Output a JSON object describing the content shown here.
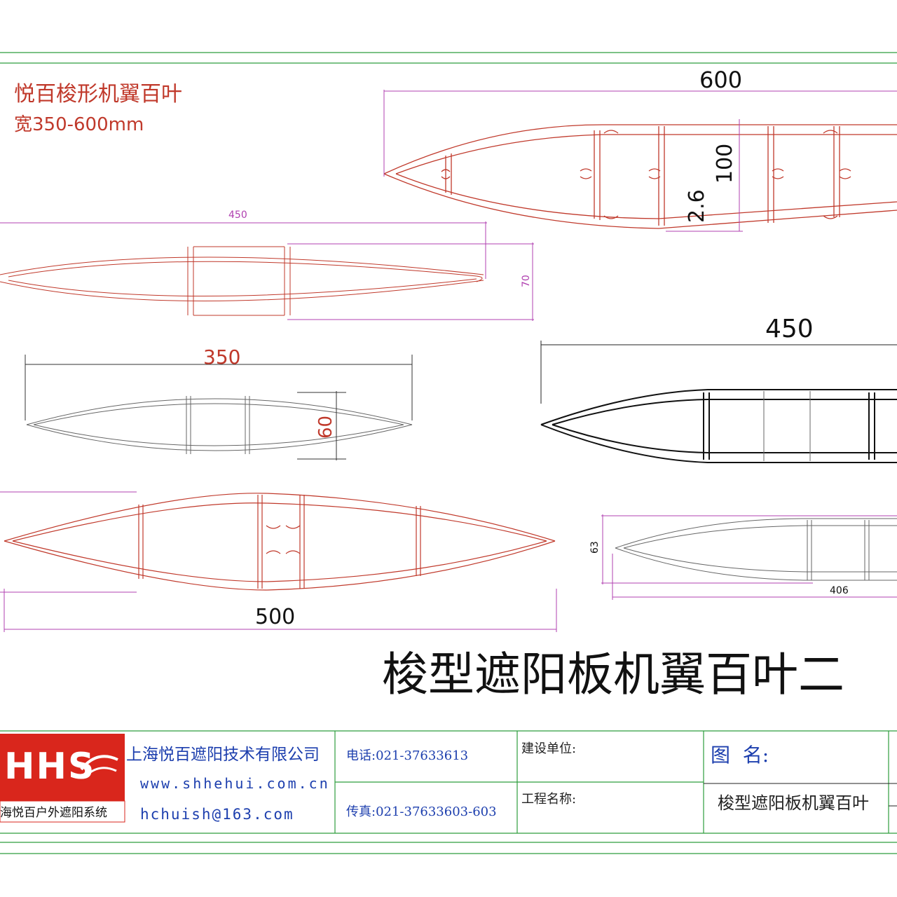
{
  "header": {
    "product_title": "悦百梭形机翼百叶",
    "width_range": "宽350-600mm"
  },
  "profiles": [
    {
      "id": "p600",
      "dims": [
        "600",
        "100",
        "2.6"
      ]
    },
    {
      "id": "p450a",
      "dims": [
        "450",
        "70"
      ]
    },
    {
      "id": "p350",
      "dims": [
        "350",
        "60"
      ]
    },
    {
      "id": "p450b",
      "dims": [
        "450"
      ]
    },
    {
      "id": "p500",
      "dims": [
        "500"
      ]
    },
    {
      "id": "p406",
      "dims": [
        "63",
        "406"
      ]
    }
  ],
  "drawing_title": "梭型遮阳板机翼百叶二",
  "title_block": {
    "logo_text": "HHS",
    "logo_caption": "海悦百户外遮阳系统",
    "company": "上海悦百遮阳技术有限公司",
    "website": "www.shhehui.com.cn",
    "email": "hchuish@163.com",
    "phone": "电话:021-37633613",
    "fax": "传真:021-37633603-603",
    "builder_label": "建设单位:",
    "project_label": "工程名称:",
    "drawing_name_label": "图  名:",
    "drawing_name_value": "梭型遮阳板机翼百叶"
  },
  "colors": {
    "profile_red": "#c0392b",
    "dimension_magenta": "#b040b0",
    "border_green": "#2e9e3e",
    "logo_red": "#d9261c"
  }
}
